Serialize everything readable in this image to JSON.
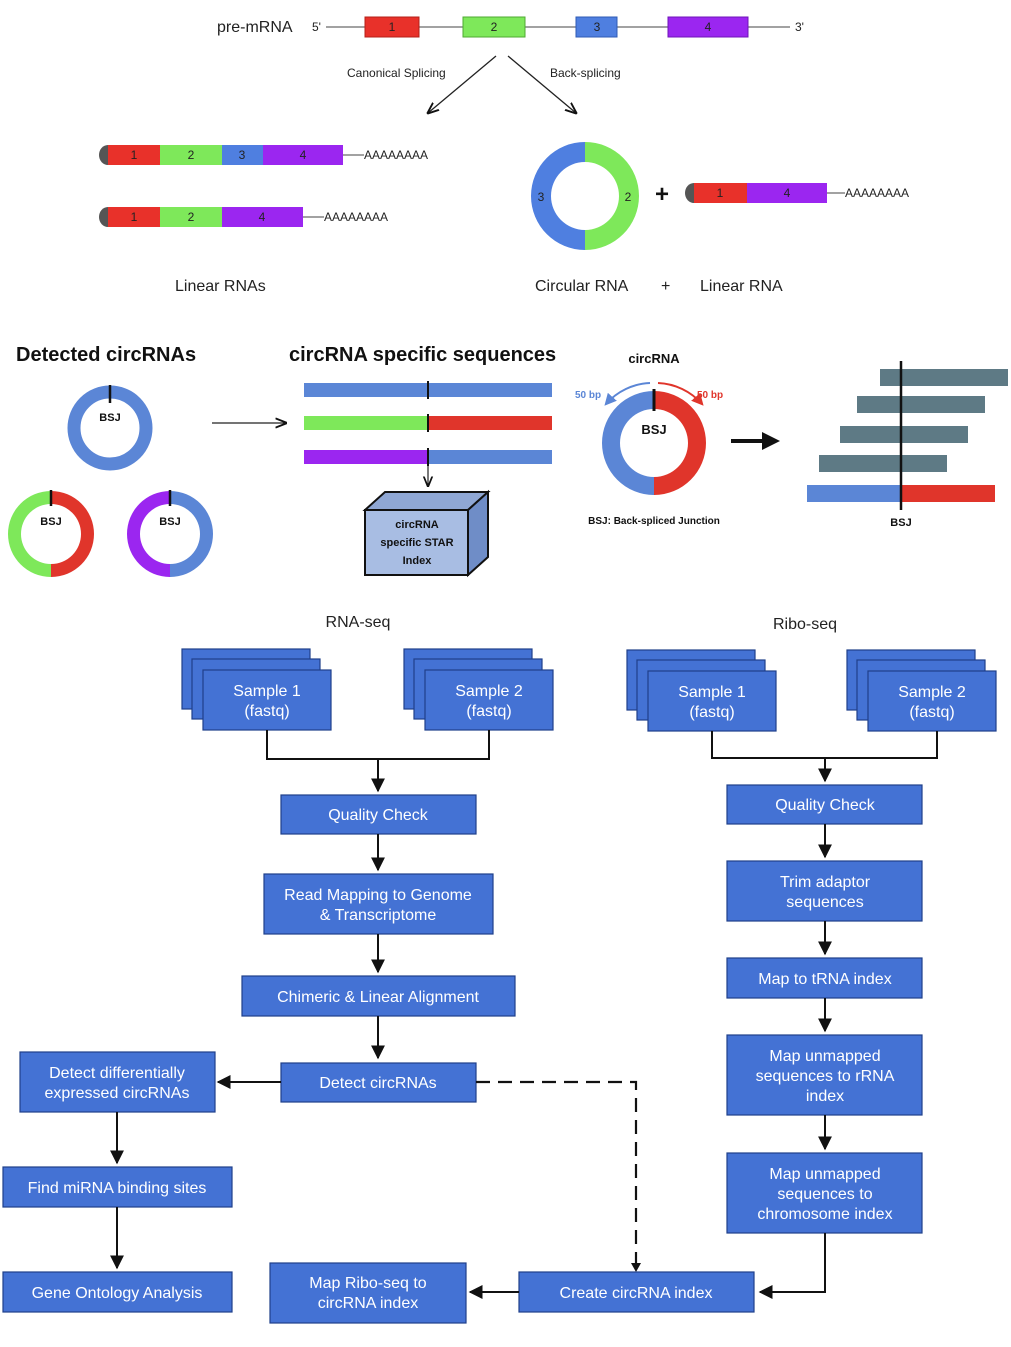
{
  "top": {
    "pre_mrna_label": "pre-mRNA",
    "five_prime": "5'",
    "three_prime": "3'",
    "exons": [
      "1",
      "2",
      "3",
      "4"
    ],
    "canonical_label": "Canonical Splicing",
    "backsplice_label": "Back-splicing",
    "poly_a": "AAAAAAAA",
    "plus": "+",
    "linear_rnas_caption": "Linear RNAs",
    "circular_rna_caption": "Circular RNA",
    "plus_caption": "+",
    "linear_rna_caption": "Linear RNA"
  },
  "middle": {
    "detected_title": "Detected circRNAs",
    "specific_title": "circRNA specific sequences",
    "bsj": "BSJ",
    "index_line1": "circRNA",
    "index_line2": "specific STAR",
    "index_line3": "Index",
    "circrna_label": "circRNA",
    "bp_left": "50 bp",
    "bp_right": "50 bp",
    "bsj_def": "BSJ: Back-spliced Junction",
    "bsj_bottom": "BSJ"
  },
  "workflow": {
    "rnaseq_label": "RNA-seq",
    "riboseq_label": "Ribo-seq",
    "sample1_line1": "Sample 1",
    "sample2_line1": "Sample 2",
    "fastq": "(fastq)",
    "rna": {
      "quality_check": "Quality Check",
      "read_mapping_1": "Read Mapping to Genome",
      "read_mapping_2": "& Transcriptome",
      "chimeric": "Chimeric & Linear Alignment",
      "detect": "Detect circRNAs",
      "diff_1": "Detect differentially",
      "diff_2": "expressed circRNAs",
      "mirna": "Find miRNA binding sites",
      "go": "Gene Ontology Analysis"
    },
    "ribo": {
      "quality_check": "Quality Check",
      "trim_1": "Trim adaptor",
      "trim_2": "sequences",
      "trna": "Map to tRNA index",
      "rrna_1": "Map unmapped",
      "rrna_2": "sequences to rRNA",
      "rrna_3": "index",
      "chrom_1": "Map unmapped",
      "chrom_2": "sequences to",
      "chrom_3": "chromosome index",
      "create": "Create circRNA index",
      "map_ribo_1": "Map Ribo-seq to",
      "map_ribo_2": "circRNA index"
    }
  },
  "colors": {
    "exon1": "#e8312a",
    "exon2": "#7ee85a",
    "exon3": "#4f7fe0",
    "exon4": "#9b26f0",
    "box": "#4472d4",
    "grey_bar": "#5e7a85"
  }
}
